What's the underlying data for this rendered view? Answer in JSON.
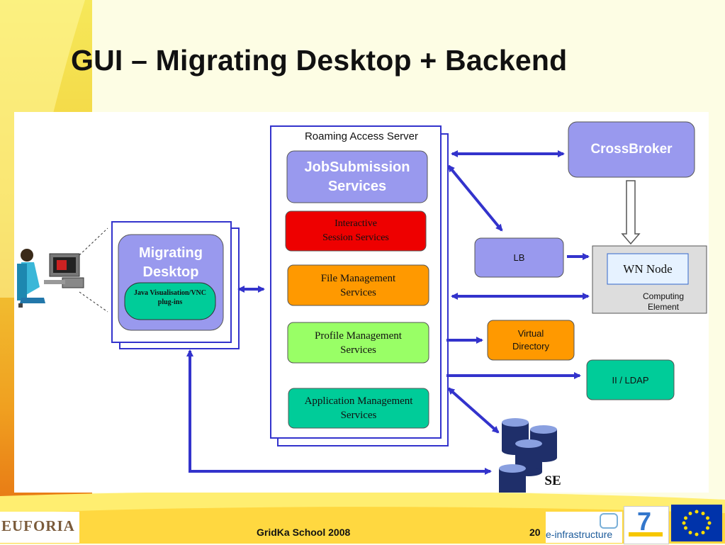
{
  "slide": {
    "title": "GUI – Migrating Desktop + Backend",
    "footer_center": "GridKa School 2008",
    "page_number": "20"
  },
  "diagram": {
    "ras_label": "Roaming Access Server",
    "jobsub": [
      "JobSubmission",
      "Services"
    ],
    "interactive": [
      "Interactive",
      "Session Services"
    ],
    "filemgmt": [
      "File Management",
      "Services"
    ],
    "profile": [
      "Profile Management",
      "Services"
    ],
    "appmgmt": [
      "Application Management",
      "Services"
    ],
    "md": [
      "Migrating",
      "Desktop"
    ],
    "java_plugin": [
      "Java Visualisation/VNC",
      "plug-ins"
    ],
    "crossbroker": "CrossBroker",
    "lb": "LB",
    "wn_node": "WN Node",
    "computing_element": [
      "Computing",
      "Element"
    ],
    "virtual_directory": [
      "Virtual",
      "Directory"
    ],
    "ii_ldap": "II / LDAP",
    "se": "SE"
  },
  "logos": {
    "euforia": "EUFORIA",
    "einfra": "e-infrastructure",
    "fp7": "7"
  },
  "colors": {
    "lavender": "#9999ee",
    "red": "#ee0000",
    "orange": "#ff9900",
    "lightgreen": "#99ff66",
    "teal": "#00cc99",
    "arrow": "#3333cc"
  }
}
